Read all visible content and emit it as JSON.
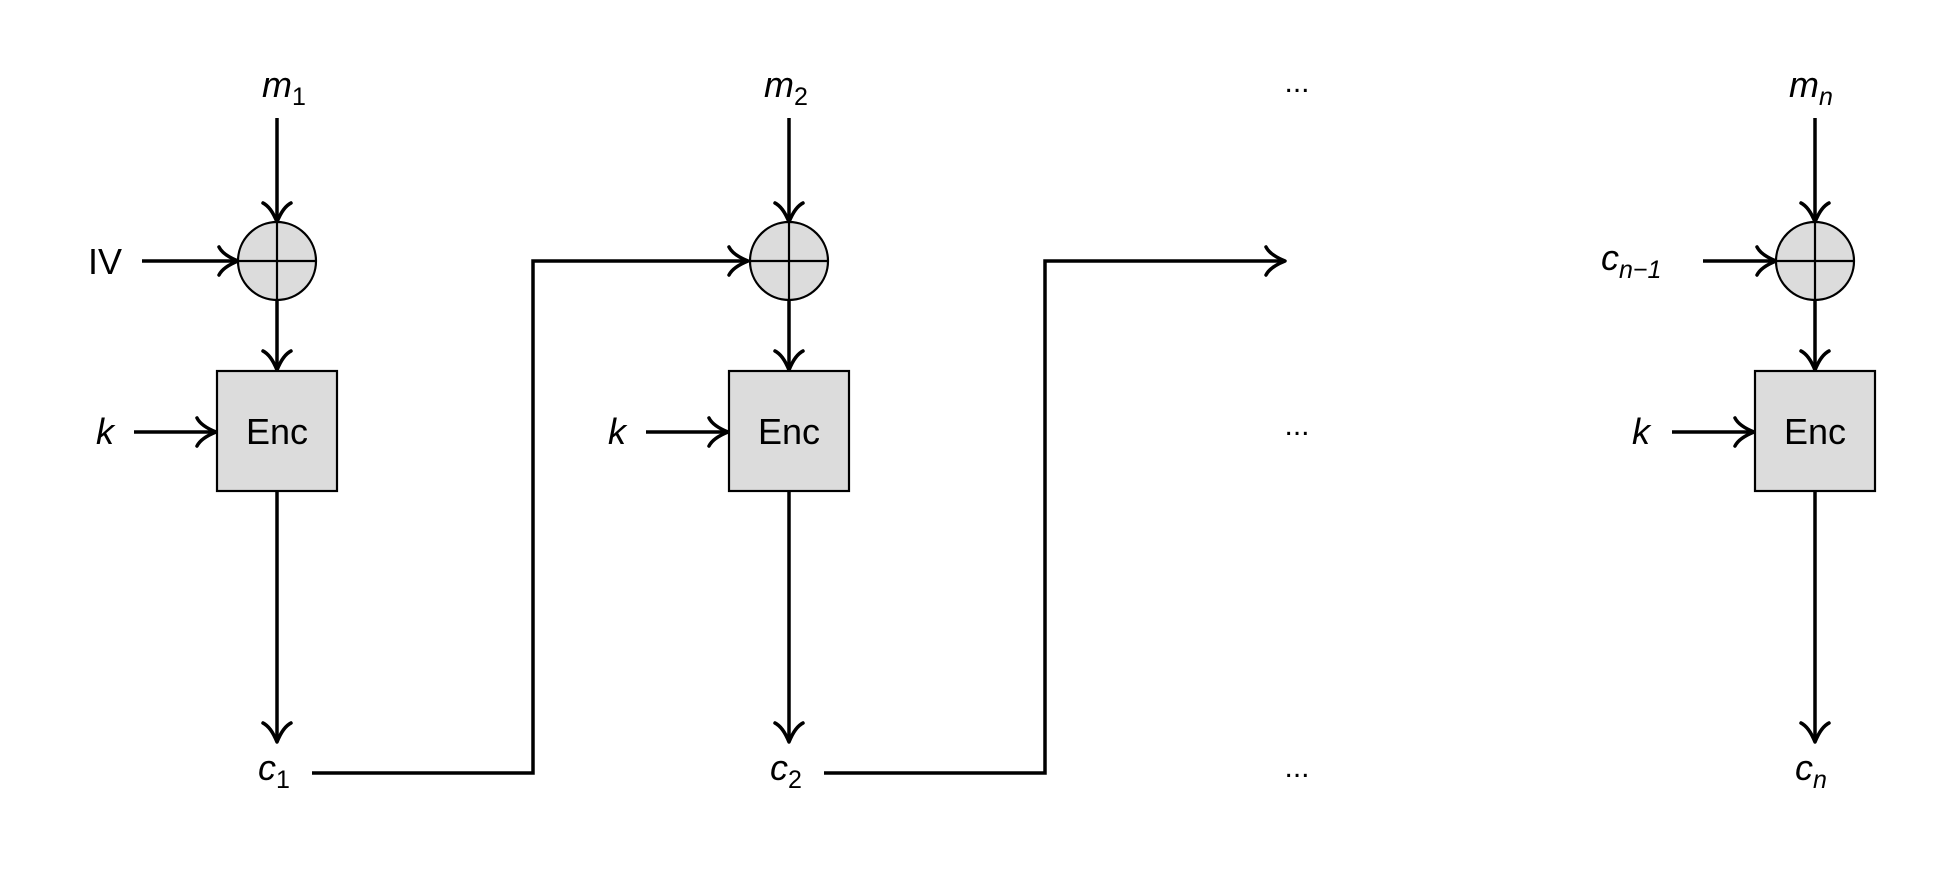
{
  "diagram": {
    "blocks": [
      {
        "message": "m",
        "message_sub": "1",
        "chain_in": "IV",
        "chain_in_sub": "",
        "key": "k",
        "enc_label": "Enc",
        "cipher": "c",
        "cipher_sub": "1"
      },
      {
        "message": "m",
        "message_sub": "2",
        "key": "k",
        "enc_label": "Enc",
        "cipher": "c",
        "cipher_sub": "2"
      },
      {
        "message": "m",
        "message_sub": "n",
        "chain_in": "c",
        "chain_in_sub": "n−1",
        "key": "k",
        "enc_label": "Enc",
        "cipher": "c",
        "cipher_sub": "n"
      }
    ],
    "ellipsis": "..."
  }
}
